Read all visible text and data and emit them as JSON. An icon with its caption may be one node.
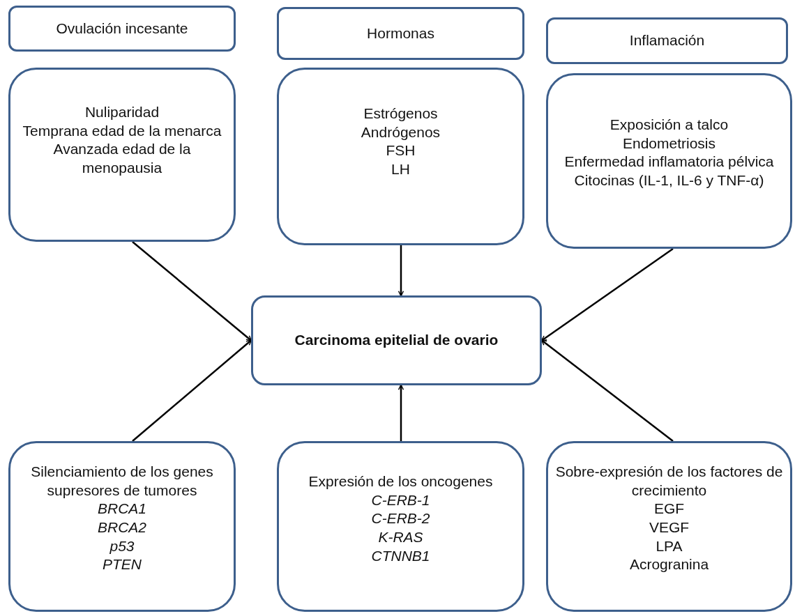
{
  "diagram": {
    "nodes": [
      {
        "text": [
          "Ovulación incesante"
        ]
      },
      {
        "text": [
          "Hormonas"
        ]
      },
      {
        "text": [
          "Inflamación"
        ]
      },
      {
        "text": [
          "Nuliparidad",
          "Temprana edad de la menarca",
          "Avanzada edad de la menopausia"
        ]
      },
      {
        "text": [
          "Estrógenos",
          "Andrógenos",
          "FSH",
          "LH"
        ]
      },
      {
        "text": [
          "Exposición a talco",
          "Endometriosis",
          "Enfermedad inflamatoria pélvica",
          "Citocinas  (IL-1, IL-6 y TNF-α)"
        ]
      },
      {
        "text": [
          "Carcinoma epitelial de ovario"
        ]
      },
      {
        "text": [
          "Silenciamiento de los genes supresores de tumores",
          "*BRCA1*",
          "*BRCA2*",
          "*p53*",
          "*PTEN*"
        ]
      },
      {
        "text": [
          "Expresión de los oncogenes",
          "*C-ERB-1*",
          "*C-ERB-2*",
          "*K-RAS*",
          "*CTNNB1*"
        ]
      },
      {
        "text": [
          "Sobre-expresión de los factores de crecimiento",
          "EGF",
          "VEGF",
          "LPA",
          "Acrogranina"
        ]
      }
    ],
    "edges": [
      {
        "from": 3,
        "to": 6,
        "arrow": "to"
      },
      {
        "from": 4,
        "to": 6,
        "arrow": "to"
      },
      {
        "from": 5,
        "to": 6,
        "arrow": "to"
      },
      {
        "from": 7,
        "to": 6,
        "arrow": "to"
      },
      {
        "from": 8,
        "to": 6,
        "arrow": "to"
      },
      {
        "from": 9,
        "to": 6,
        "arrow": "to"
      }
    ]
  }
}
